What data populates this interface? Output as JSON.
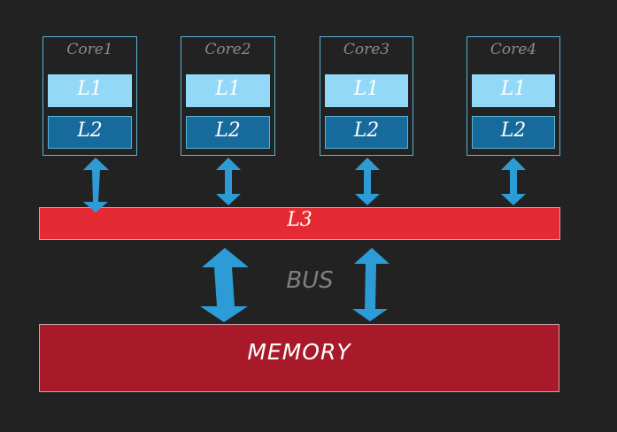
{
  "cores": [
    {
      "title": "Core1",
      "l1": "L1",
      "l2": "L2"
    },
    {
      "title": "Core2",
      "l1": "L1",
      "l2": "L2"
    },
    {
      "title": "Core3",
      "l1": "L1",
      "l2": "L2"
    },
    {
      "title": "Core4",
      "l1": "L1",
      "l2": "L2"
    }
  ],
  "l3_label": "L3",
  "bus_label": "BUS",
  "memory_label": "MEMORY",
  "colors": {
    "background": "#222222",
    "core_border": "#5ab3d6",
    "l1_fill": "#93d9f7",
    "l2_fill": "#176a9c",
    "l3_fill": "#e42a33",
    "memory_fill": "#a8192a",
    "arrow": "#2d9cd6"
  }
}
